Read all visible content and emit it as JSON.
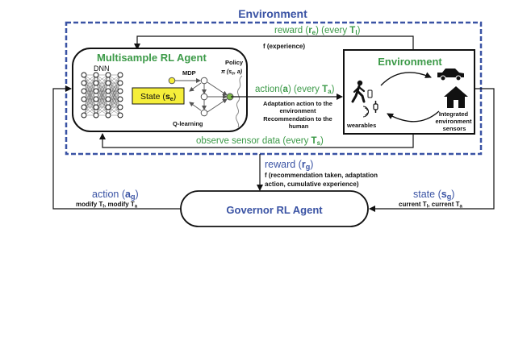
{
  "env_outer": {
    "title": "Environment"
  },
  "top_loop": {
    "reward_prefix": "reward (",
    "reward_sym": "r",
    "reward_sub": "e",
    "reward_mid": ")  (every ",
    "reward_T": "T",
    "reward_Tsub": "l",
    "reward_end": ")",
    "f_experience": "f (experience)"
  },
  "agent": {
    "title": "Multisample RL Agent",
    "dnn_label": "DNN",
    "state_prefix": "State (",
    "state_sym": "s",
    "state_sub": "e",
    "state_end": ")",
    "mdp_label": "MDP",
    "qlearning_label": "Q-learning",
    "policy_label": "Policy",
    "policy_formula": "π (s",
    "policy_sub": "e",
    "policy_end": ", a)"
  },
  "action_link": {
    "prefix": "action(",
    "sym": "a",
    "mid": ") (every ",
    "T": "T",
    "Tsub": "a",
    "end": ")",
    "desc_lines": [
      "Adaptation action to the",
      "environment",
      "Recommendation to the",
      "human"
    ]
  },
  "env_inner": {
    "title": "Environment",
    "wearables_label": "wearables",
    "sensors_lines": [
      "Integrated",
      "environment",
      "sensors"
    ]
  },
  "observe": {
    "prefix": "observe sensor data (every ",
    "T": "T",
    "Tsub": "s",
    "end": ")"
  },
  "reward_g": {
    "prefix": "reward (",
    "sym": "r",
    "sub": "g",
    "end": ")",
    "desc_lines": [
      "f (recommendation taken, adaptation",
      "action, cumulative experience)"
    ]
  },
  "action_g": {
    "prefix": "action (",
    "sym": "a",
    "sub": "g",
    "end": ")",
    "desc_a": "modify T",
    "desc_a_sub": "l",
    "desc_b": ", modify T",
    "desc_b_sub": "a"
  },
  "state_g": {
    "prefix": "state (",
    "sym": "s",
    "sub": "g",
    "end": ")",
    "desc_a": "current T",
    "desc_a_sub": "l",
    "desc_b": ", current T",
    "desc_b_sub": "a"
  },
  "governor": {
    "title": "Governor RL Agent"
  },
  "colors": {
    "blue": "#3a53a4",
    "green": "#3c9a48",
    "yellow_fill": "#f5ee3a",
    "black": "#111111"
  },
  "icons": [
    "person-walking-icon",
    "smartphone-icon",
    "smartwatch-icon",
    "wireless-signal-icon",
    "car-icon",
    "house-icon",
    "cycle-arrows-icon"
  ]
}
